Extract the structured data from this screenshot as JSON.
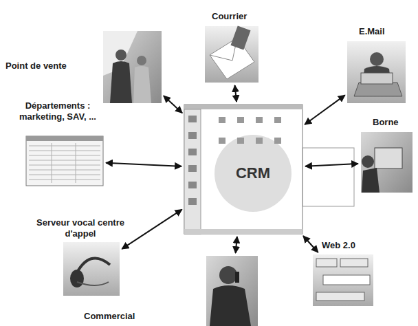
{
  "diagram": {
    "nodes": [
      {
        "text": [
          "Point de vente"
        ]
      },
      {
        "text": [
          "Courrier"
        ]
      },
      {
        "text": [
          "E.Mail"
        ]
      },
      {
        "text": [
          "Départements : marketing, SAV, ..."
        ]
      },
      {
        "text": [
          "CRM"
        ]
      },
      {
        "text": [
          "Borne"
        ]
      },
      {
        "text": [
          "Serveur vocal centre d'appel"
        ]
      },
      {
        "text": [
          "Web 2.0"
        ]
      },
      {
        "text": [
          "Commercial"
        ]
      }
    ],
    "edges": [
      {
        "from": 4,
        "to": 0,
        "arrow": "both"
      },
      {
        "from": 4,
        "to": 1,
        "arrow": "both"
      },
      {
        "from": 4,
        "to": 2,
        "arrow": "both"
      },
      {
        "from": 4,
        "to": 3,
        "arrow": "both"
      },
      {
        "from": 4,
        "to": 5,
        "arrow": "both"
      },
      {
        "from": 4,
        "to": 6,
        "arrow": "both"
      },
      {
        "from": 4,
        "to": 7,
        "arrow": "both"
      },
      {
        "from": 4,
        "to": 8,
        "arrow": "both"
      }
    ]
  }
}
